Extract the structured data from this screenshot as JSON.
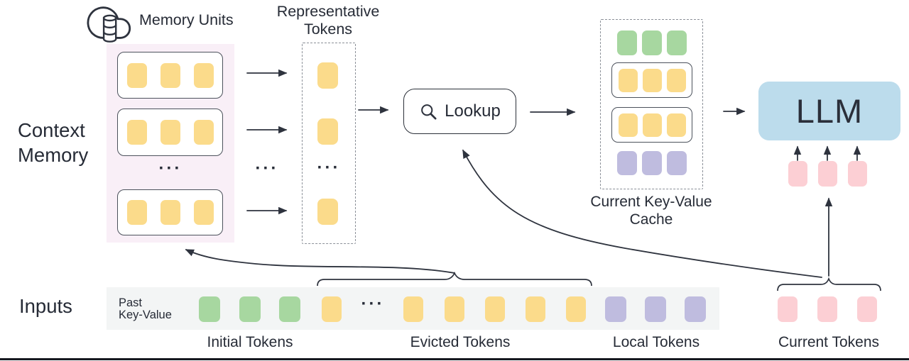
{
  "colors": {
    "stroke": "#2e333e",
    "text": "#262b36",
    "token-yellow": "#fbdb8b",
    "token-green": "#a7d7a0",
    "token-purple": "#bfbcdf",
    "token-pink": "#fccfd4",
    "llm-blue": "#bcdcec",
    "memory-bg": "#f9eff7",
    "strip-bg": "#f3f5f5"
  },
  "labels": {
    "memory_units": "Memory Units",
    "representative_line1": "Representative",
    "representative_line2": "Tokens",
    "context_line1": "Context",
    "context_line2": "Memory",
    "lookup": "Lookup",
    "cache_line1": "Current Key-Value",
    "cache_line2": "Cache",
    "llm": "LLM",
    "inputs": "Inputs",
    "past_kv_line1": "Past",
    "past_kv_line2": "Key-Value",
    "initial_tokens": "Initial Tokens",
    "evicted_tokens": "Evicted Tokens",
    "local_tokens": "Local Tokens",
    "current_tokens": "Current Tokens",
    "ellipsis": "···"
  },
  "icons": {
    "memory_units": "cloud-database-icon",
    "lookup": "search-icon"
  },
  "token_groups": {
    "context_memory": {
      "rows": 3,
      "tokens_per_row": 3,
      "color": "yellow",
      "ellipsis_between_rows": true
    },
    "representative_tokens": {
      "count": 3,
      "color": "yellow",
      "ellipsis": true,
      "container": "dashed-box"
    },
    "current_kv_cache": {
      "container": "dashed-box",
      "rows": [
        {
          "color": "green",
          "count": 3,
          "boxed": false
        },
        {
          "color": "yellow",
          "count": 3,
          "boxed": true
        },
        {
          "color": "yellow",
          "count": 3,
          "boxed": true
        },
        {
          "color": "purple",
          "count": 3,
          "boxed": false
        }
      ]
    },
    "llm_input": {
      "color": "pink",
      "count": 3,
      "arrows_to": "LLM"
    },
    "past_key_value_strip": {
      "initial": {
        "color": "green",
        "count": 3
      },
      "evicted": {
        "color": "yellow",
        "count_before_ellipsis": 1,
        "count_after_ellipsis": 5
      },
      "local": {
        "color": "purple",
        "count": 3
      }
    },
    "current_tokens": {
      "color": "pink",
      "count": 3
    }
  },
  "flows": [
    "memory rows -> representative tokens (3 arrows)",
    "representative tokens -> Lookup",
    "Lookup -> current key-value cache",
    "current key-value cache -> LLM",
    "evicted tokens brace -> context memory (curved arrow)",
    "current tokens brace -> Lookup (curved arrow)",
    "current tokens brace -> LLM input tokens (vertical arrow)"
  ]
}
